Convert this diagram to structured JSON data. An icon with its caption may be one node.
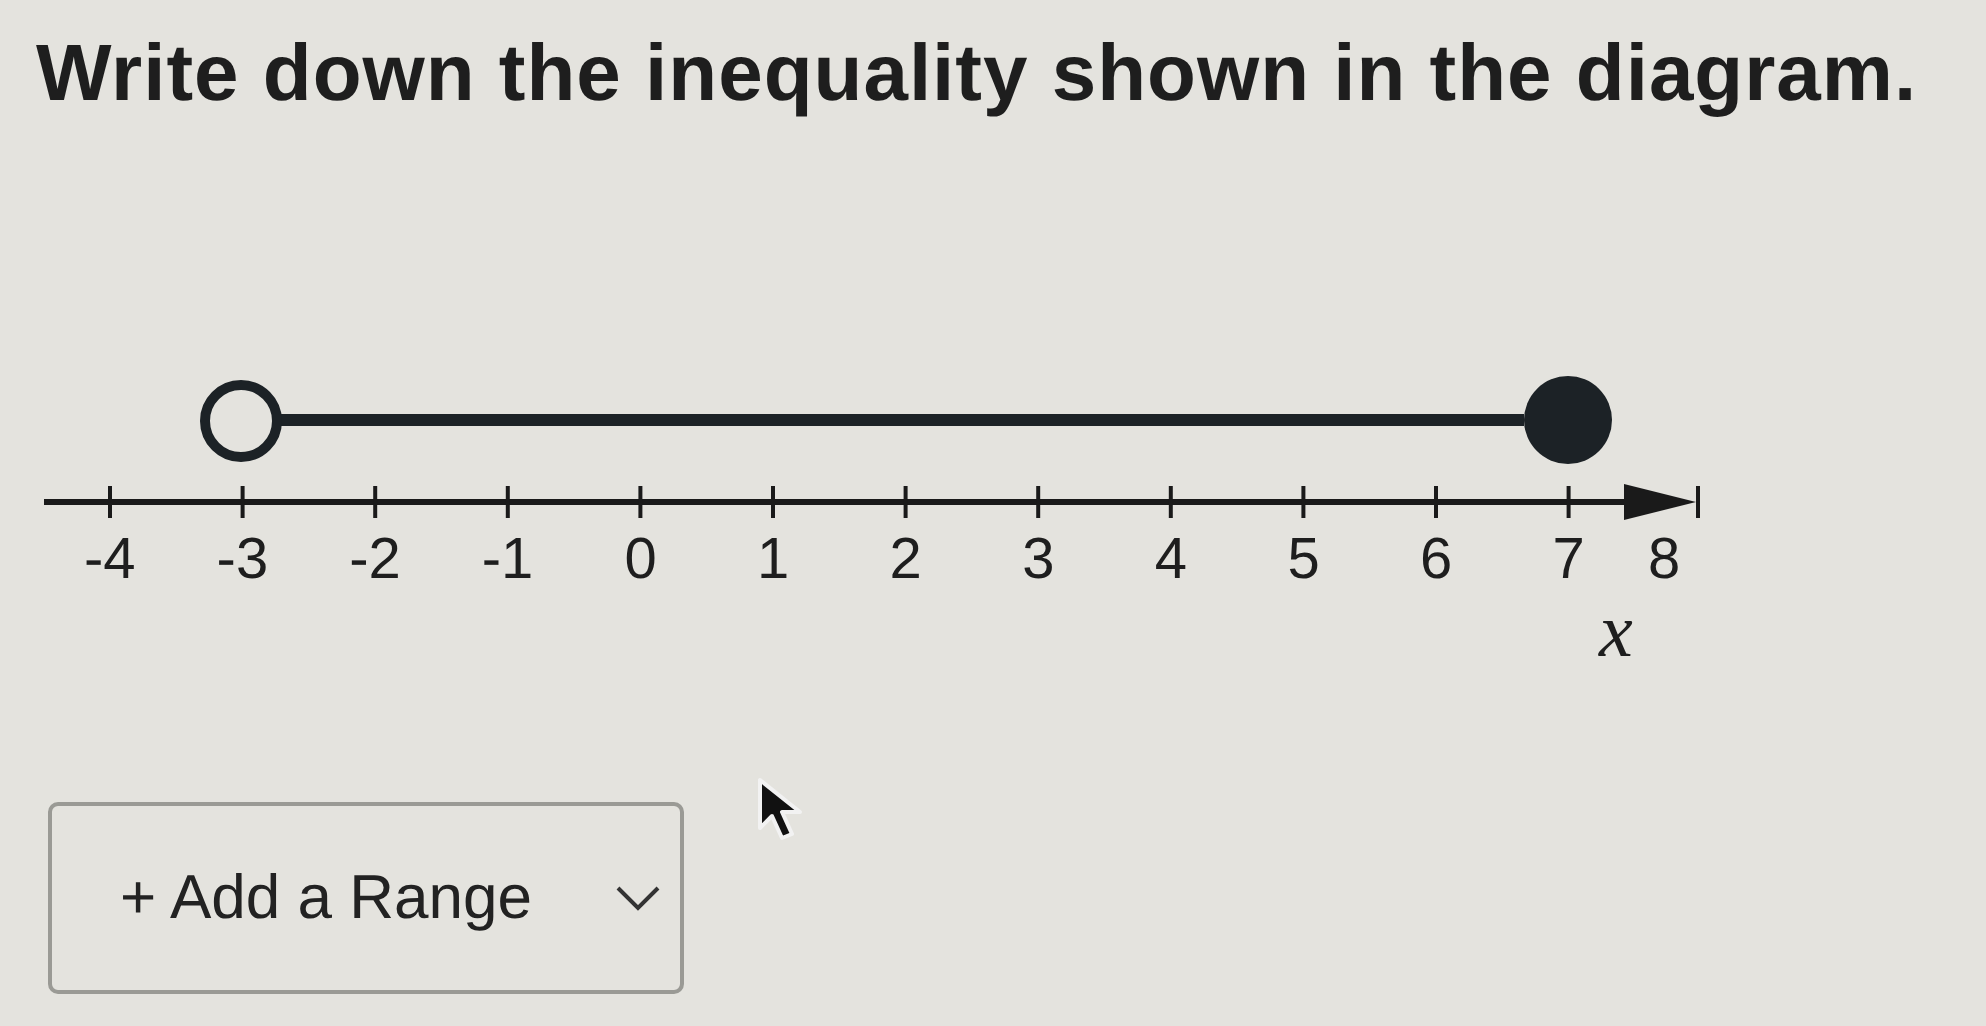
{
  "diagram": {
    "title": "Write down the inequality shown in the diagram.",
    "nodes": [
      {
        "text": [],
        "shape": "circle"
      },
      {
        "text": [],
        "shape": "dot"
      },
      {
        "text": [
          "+ Add a Range"
        ]
      }
    ],
    "edges": [
      {
        "from": 0,
        "to": 1,
        "arrow": "none"
      }
    ],
    "labels": [
      "-4",
      "-3",
      "-2",
      "-1",
      "0",
      "1",
      "2",
      "3",
      "4",
      "5",
      "6",
      "7",
      "8",
      "x"
    ]
  }
}
